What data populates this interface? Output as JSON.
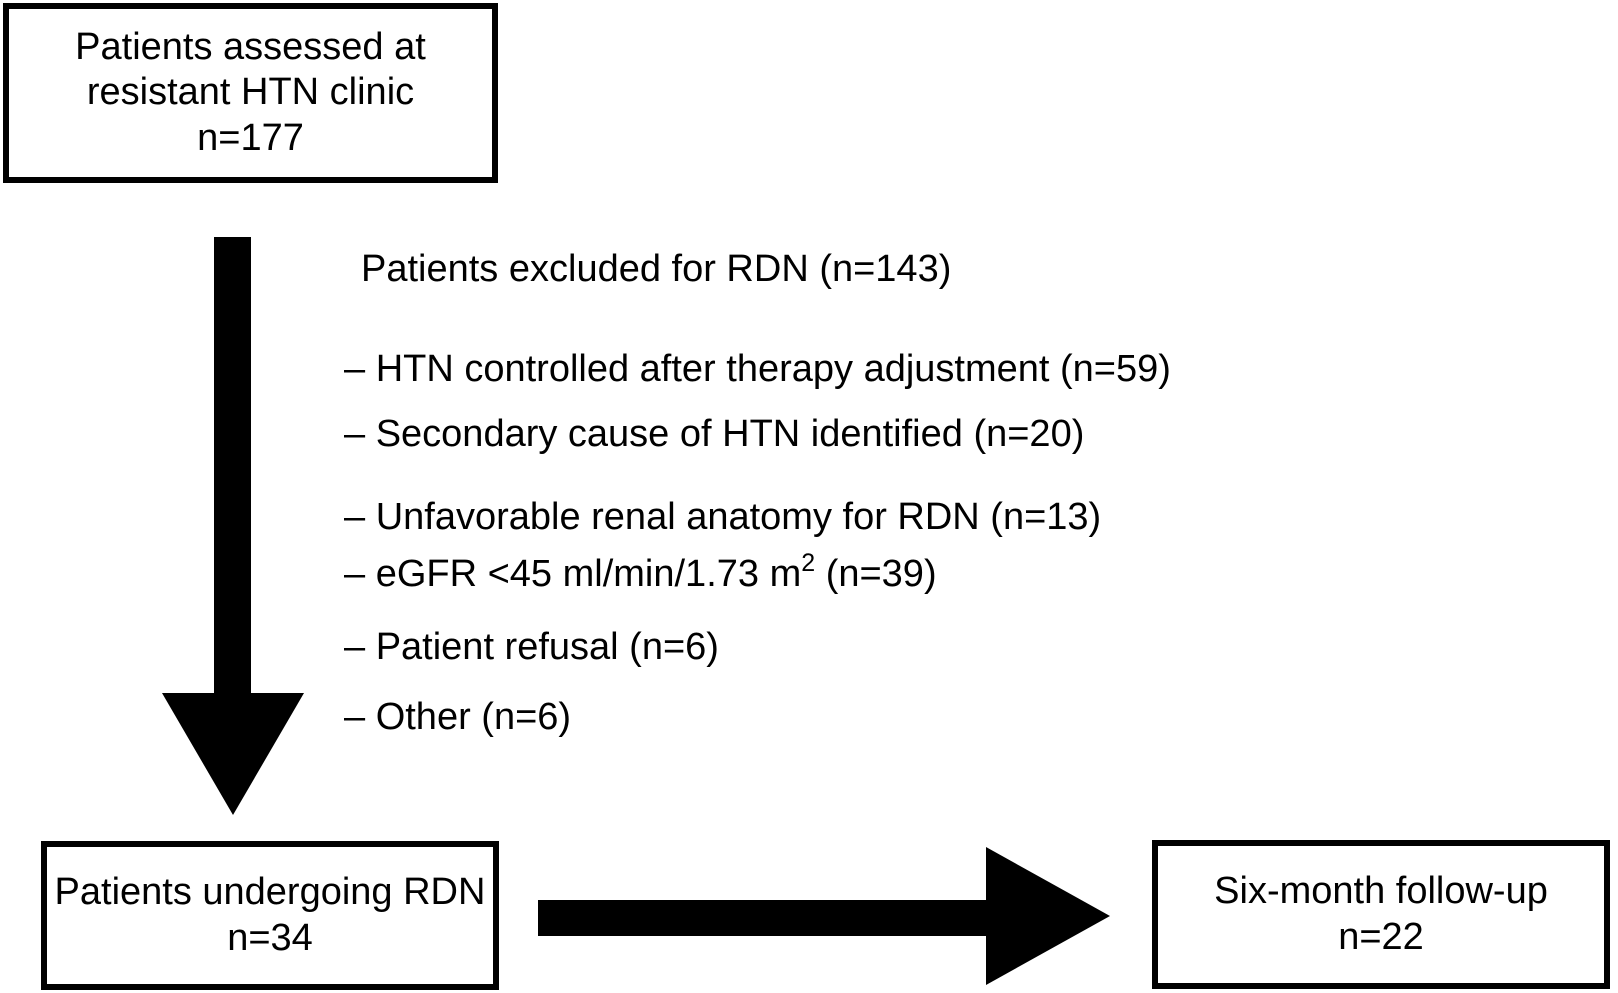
{
  "diagram": {
    "title_semantic": "Patient flow diagram for renal denervation (RDN) at resistant HTN clinic",
    "colors": {
      "background": "#ffffff",
      "line": "#000000",
      "text": "#000000"
    },
    "boxes": {
      "assessed": {
        "line1": "Patients assessed at",
        "line2": "resistant HTN clinic",
        "line3": "n=177"
      },
      "undergoing": {
        "line1": "Patients undergoing RDN",
        "line2": "n=34"
      },
      "followup": {
        "line1": "Six-month follow-up",
        "line2": "n=22"
      }
    },
    "exclusions": {
      "header": "Patients excluded for RDN (n=143)",
      "items": [
        {
          "text": "– HTN controlled after therapy adjustment (n=59)"
        },
        {
          "text": "– Secondary cause of HTN identified (n=20)"
        },
        {
          "text": "– Unfavorable renal anatomy for RDN (n=13)"
        },
        {
          "text": "– eGFR <45 ml/min/1.73 m",
          "superscript": "2",
          "suffix": " (n=39)"
        },
        {
          "text": "– Patient refusal (n=6)"
        },
        {
          "text": "– Other (n=6)"
        }
      ]
    },
    "arrows": {
      "down_arrow": "from assessed box to undergoing box",
      "right_arrow": "from undergoing box to follow-up box"
    }
  }
}
